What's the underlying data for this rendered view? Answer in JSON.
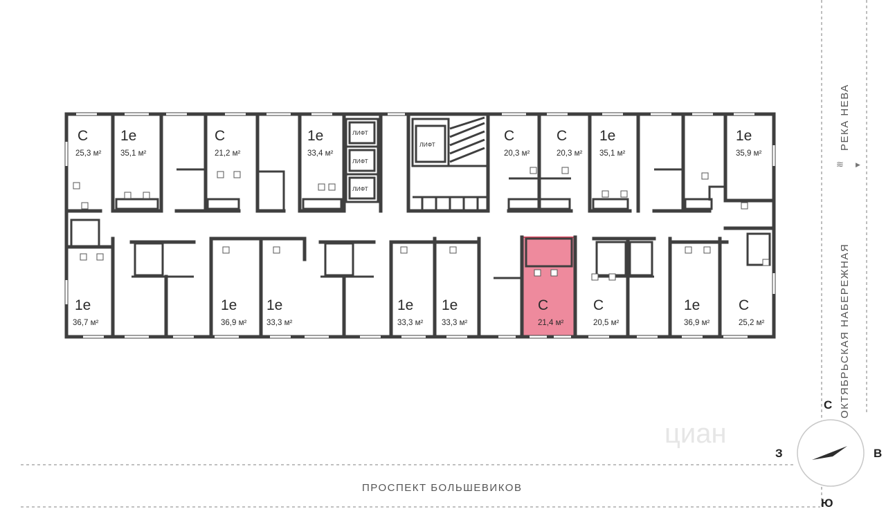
{
  "apartments": [
    {
      "type": "С",
      "area": "25,3 м²",
      "highlighted": false
    },
    {
      "type": "1е",
      "area": "35,1 м²",
      "highlighted": false
    },
    {
      "type": "С",
      "area": "21,2 м²",
      "highlighted": false
    },
    {
      "type": "1е",
      "area": "33,4 м²",
      "highlighted": false
    },
    {
      "type": "С",
      "area": "20,3 м²",
      "highlighted": false
    },
    {
      "type": "С",
      "area": "20,3 м²",
      "highlighted": false
    },
    {
      "type": "1е",
      "area": "35,1 м²",
      "highlighted": false
    },
    {
      "type": "1е",
      "area": "35,9 м²",
      "highlighted": false
    },
    {
      "type": "1е",
      "area": "36,7 м²",
      "highlighted": false
    },
    {
      "type": "1е",
      "area": "36,9 м²",
      "highlighted": false
    },
    {
      "type": "1е",
      "area": "33,3 м²",
      "highlighted": false
    },
    {
      "type": "1е",
      "area": "33,3 м²",
      "highlighted": false
    },
    {
      "type": "1е",
      "area": "33,3 м²",
      "highlighted": false
    },
    {
      "type": "С",
      "area": "21,4 м²",
      "highlighted": true
    },
    {
      "type": "С",
      "area": "20,5 м²",
      "highlighted": false
    },
    {
      "type": "1е",
      "area": "36,9 м²",
      "highlighted": false
    },
    {
      "type": "С",
      "area": "25,2 м²",
      "highlighted": false
    }
  ],
  "lifts": [
    "ЛИФТ",
    "ЛИФТ",
    "ЛИФТ",
    "ЛИФТ"
  ],
  "streets": {
    "south": "ПРОСПЕКТ БОЛЬШЕВИКОВ",
    "east_embankment": "ОКТЯБРЬСКАЯ НАБЕРЕЖНАЯ",
    "river": "РЕКА НЕВА"
  },
  "compass": {
    "north": "С",
    "west": "З",
    "east": "В",
    "south": "Ю"
  },
  "watermark": "циан",
  "colors": {
    "highlight": "#ee8a9d",
    "highlight_stroke": "#d9475f",
    "wall": "#3f3f3f"
  }
}
